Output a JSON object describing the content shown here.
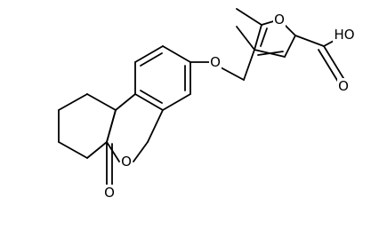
{
  "molecule": {
    "atom_labels": {
      "ether_o": "O",
      "furan_o": "O",
      "ring_o": "O",
      "carbonyl_o": "O",
      "acid_oh": "HO",
      "acid_o": "O"
    }
  }
}
